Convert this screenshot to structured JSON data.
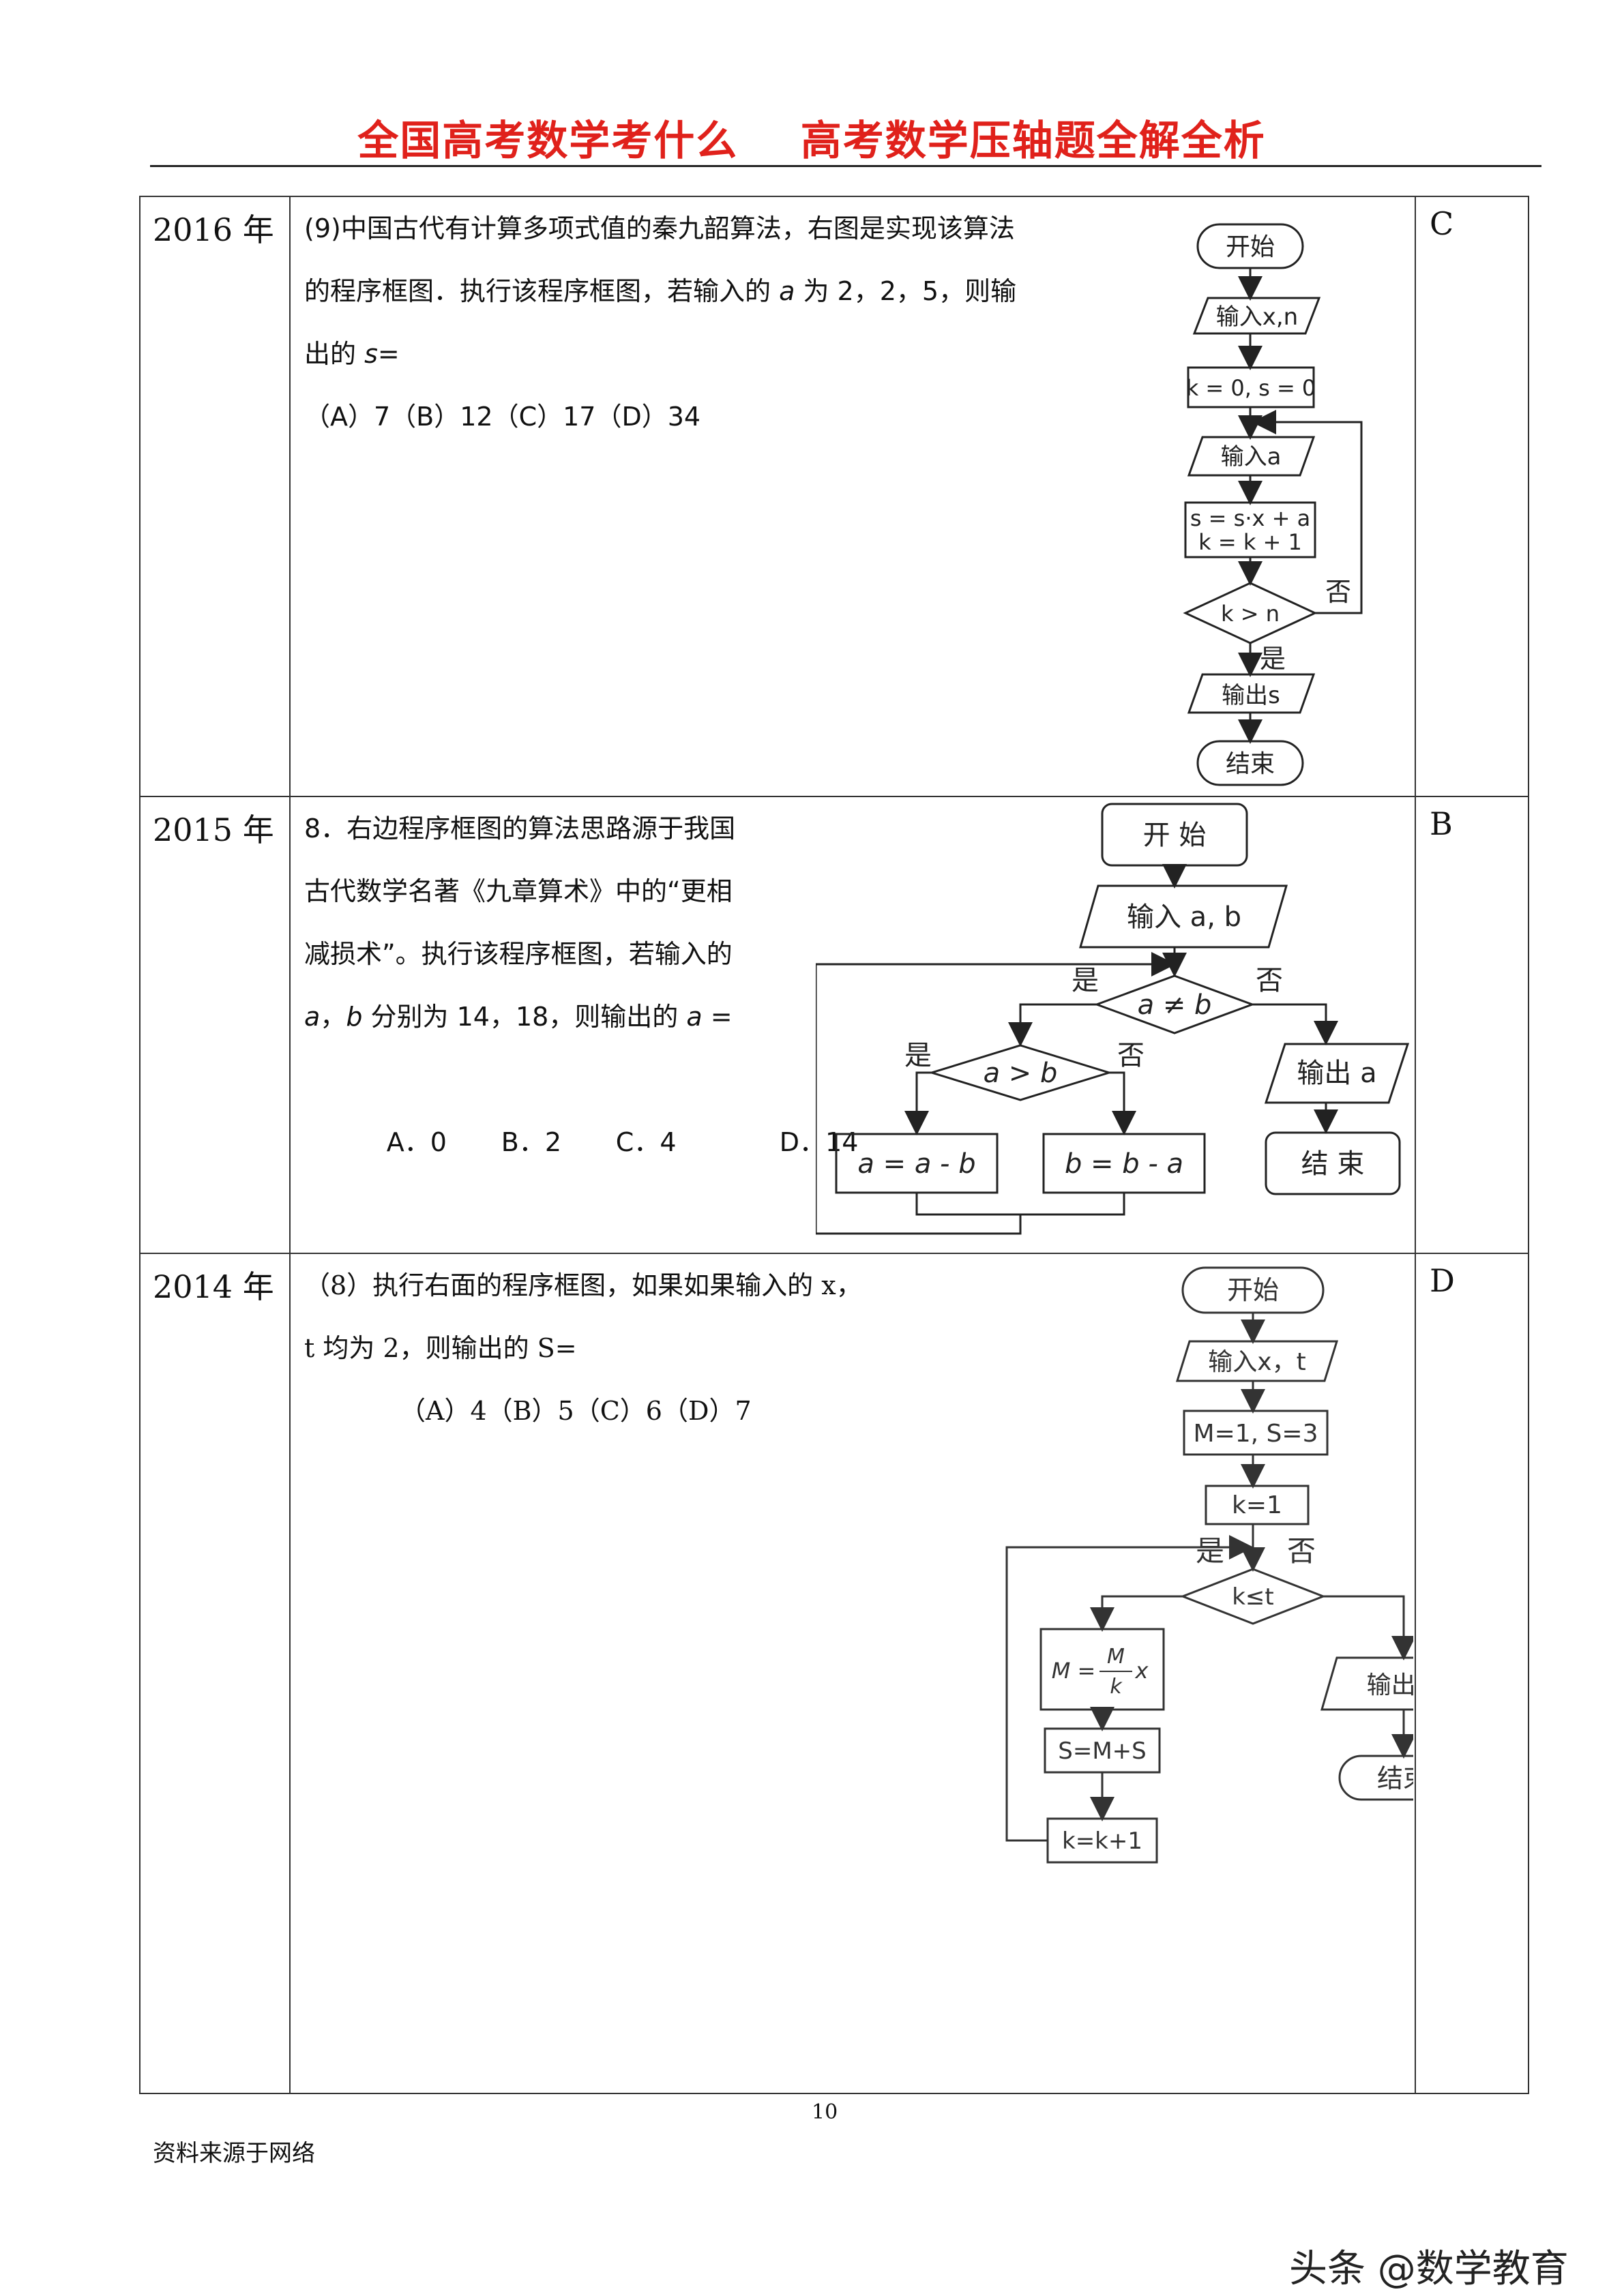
{
  "header": {
    "title": "全国高考数学考什么    高考数学压轴题全解全析"
  },
  "rows": [
    {
      "year": "2016 年",
      "answer": "C",
      "question": {
        "line1": "(9)中国古代有计算多项式值的秦九韶算法，右图是实现该算法",
        "line2_a": "的程序框图．执行该程序框图，若输入的 ",
        "line2_var": "a",
        "line2_b": " 为 2，2，5，则输",
        "line3_a": "出的 ",
        "line3_var": "s",
        "line3_b": "=",
        "options": "（A）7（B）12（C）17（D）34"
      },
      "flowchart": {
        "start": "开始",
        "input_xn": "输入x,n",
        "init": "k = 0, s = 0",
        "input_a": "输入a",
        "update1": "s = s·x + a",
        "update2": "k = k + 1",
        "condition": "k > n",
        "no": "否",
        "yes": "是",
        "output": "输出s",
        "end": "结束"
      }
    },
    {
      "year": "2015 年",
      "answer": "B",
      "question": {
        "line1": "8．右边程序框图的算法思路源于我国",
        "line2": "古代数学名著《九章算术》中的“更相",
        "line3": "减损术”。执行该程序框图，若输入的",
        "line4_var1": "a",
        "line4_a": "，",
        "line4_var2": "b",
        "line4_b": " 分别为 14，18，则输出的 ",
        "line4_var3": "a",
        "line4_c": " =",
        "options": [
          "A．0",
          "B．2",
          "C．4",
          "D．14"
        ]
      },
      "flowchart": {
        "start": "开 始",
        "input": "输入 a, b",
        "cond1": "a ≠ b",
        "yes": "是",
        "no": "否",
        "cond2": "a > b",
        "assign_a": "a = a - b",
        "assign_b": "b = b - a",
        "output": "输出 a",
        "end": "结 束"
      }
    },
    {
      "year": "2014 年",
      "answer": "D",
      "question": {
        "line1": "（8）执行右面的程序框图，如果如果输入的 x，",
        "line2": "t 均为 2，则输出的 S=",
        "options": "（A）4（B）5（C）6（D）7"
      },
      "flowchart": {
        "start": "开始",
        "input": "输入x，t",
        "init": "M=1, S=3",
        "k_init": "k=1",
        "condition": "k≤t",
        "yes": "是",
        "no": "否",
        "m_lhs": "M =",
        "m_num": "M",
        "m_den": "k",
        "m_x": "x",
        "s_update": "S=M+S",
        "k_update": "k=k+1",
        "output": "输出S",
        "end": "结束"
      }
    }
  ],
  "footer": {
    "page_number": "10",
    "source": "资料来源于网络",
    "watermark": "头条 @数学教育"
  }
}
